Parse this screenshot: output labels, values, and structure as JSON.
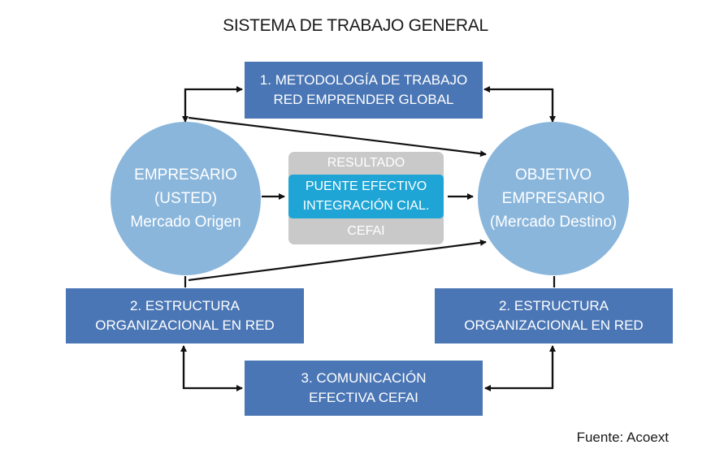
{
  "title": "SISTEMA DE TRABAJO GENERAL",
  "top_box": {
    "line1": "1. METODOLOGÍA DE TRABAJO",
    "line2": "RED EMPRENDER GLOBAL"
  },
  "left_circle": {
    "line1": "EMPRESARIO",
    "line2": "(USTED)",
    "line3": "Mercado Origen"
  },
  "right_circle": {
    "line1": "OBJETIVO",
    "line2": "EMPRESARIO",
    "line3": "(Mercado Destino)"
  },
  "center": {
    "top_label": "RESULTADO",
    "line1": "PUENTE EFECTIVO",
    "line2": "INTEGRACIÓN CIAL.",
    "bottom_label": "CEFAI"
  },
  "left_box": {
    "line1": "2. ESTRUCTURA",
    "line2": "ORGANIZACIONAL EN RED"
  },
  "right_box": {
    "line1": "2. ESTRUCTURA",
    "line2": "ORGANIZACIONAL EN RED"
  },
  "bottom_box": {
    "line1": "3. COMUNICACIÓN",
    "line2": "EFECTIVA CEFAI"
  },
  "source": "Fuente: Acoext",
  "colors": {
    "box": "#4a76b5",
    "circle": "#8ab6dc",
    "bridge": "#1ea5d6",
    "bridge_frame": "#c9c9c9"
  }
}
